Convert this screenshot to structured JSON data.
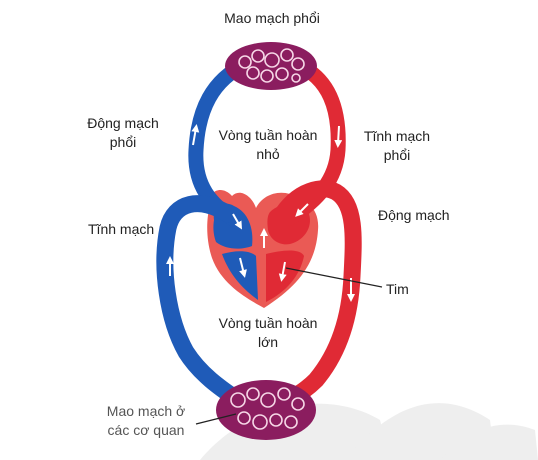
{
  "labels": {
    "pulmonary_capillaries": "Mao mạch phổi",
    "pulmonary_artery": [
      "Động mạch",
      "phổi"
    ],
    "pulmonary_circulation": [
      "Vòng tuần hoàn",
      "nhỏ"
    ],
    "pulmonary_vein": [
      "Tĩnh mạch",
      "phổi"
    ],
    "aorta": "Động mạch",
    "vena_cava": "Tĩnh mạch",
    "heart": "Tim",
    "systemic_circulation": [
      "Vòng tuần hoàn",
      "lớn"
    ],
    "organ_capillaries": [
      "Mao mạch ở",
      "các cơ quan"
    ]
  },
  "colors": {
    "oxygen_poor_blood": "#1f5bb8",
    "oxygen_rich_blood": "#e02a35",
    "capillaries": "#8b1d5f",
    "heart_shell": "#ea5a55",
    "flow_arrows": "#ffffff"
  }
}
